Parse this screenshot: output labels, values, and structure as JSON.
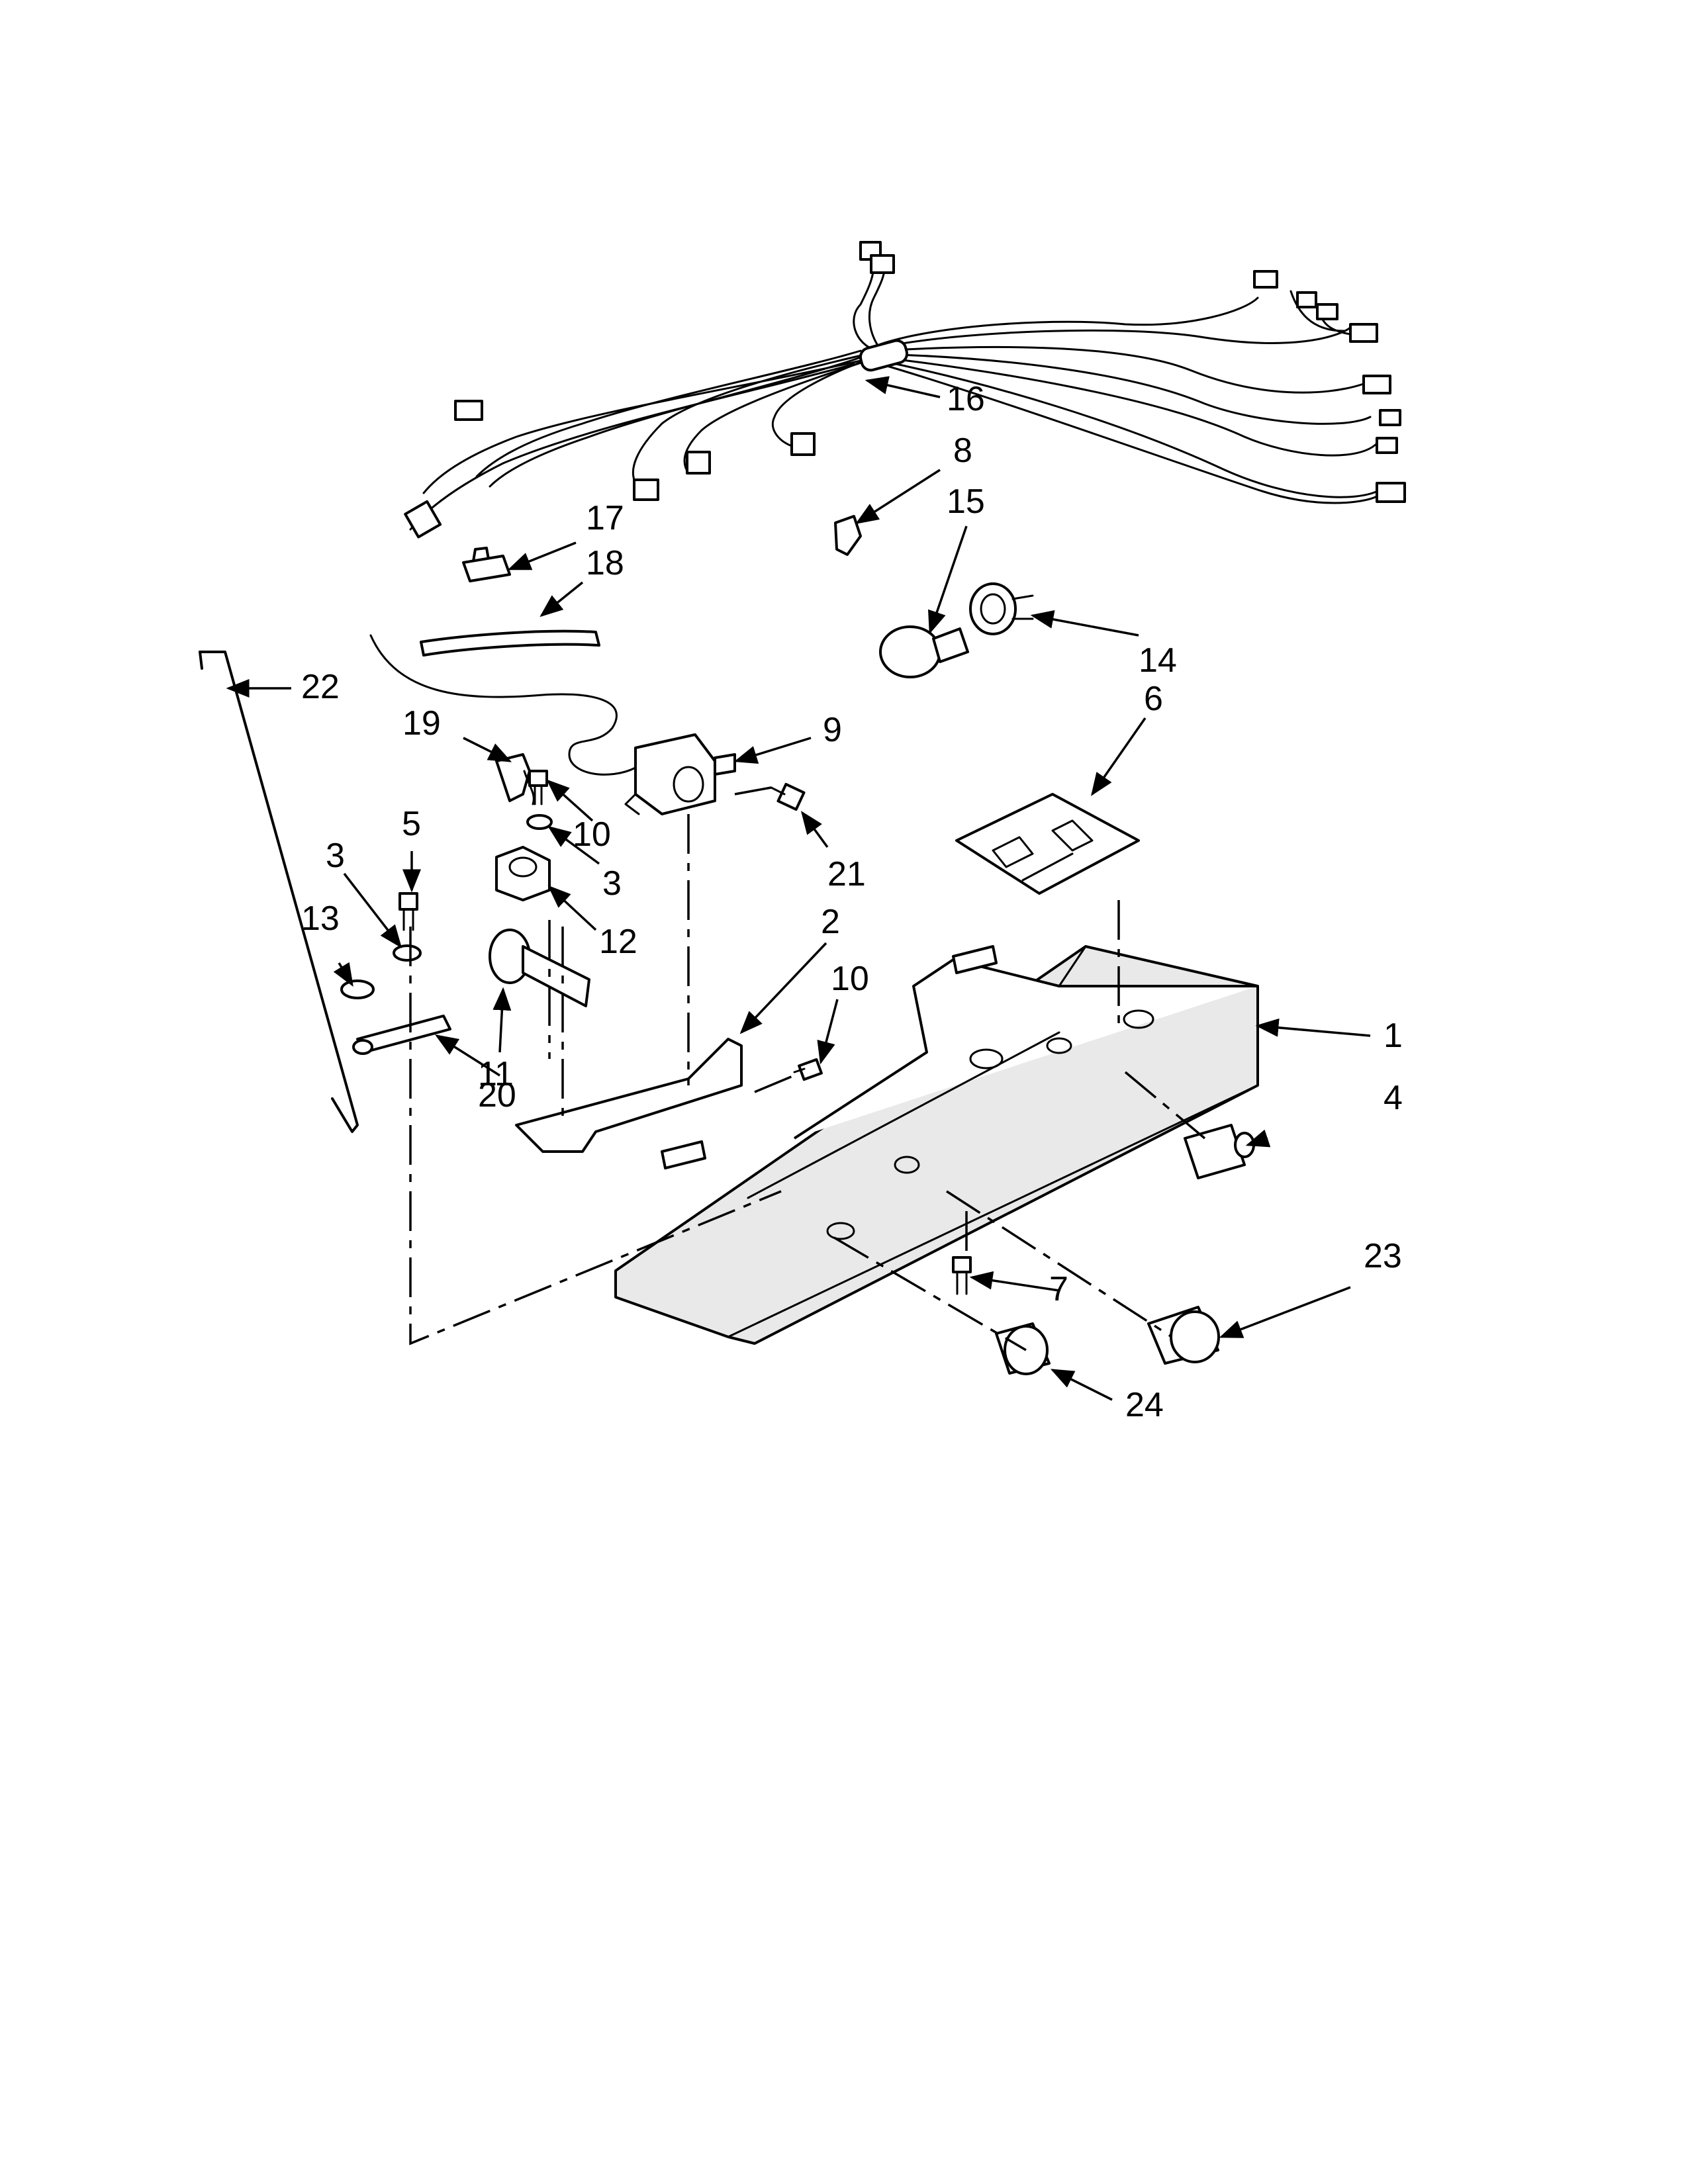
{
  "callouts": [
    {
      "id": "c1",
      "label": "1"
    },
    {
      "id": "c2",
      "label": "2"
    },
    {
      "id": "c3a",
      "label": "3"
    },
    {
      "id": "c3b",
      "label": "3"
    },
    {
      "id": "c4",
      "label": "4"
    },
    {
      "id": "c5",
      "label": "5"
    },
    {
      "id": "c6",
      "label": "6"
    },
    {
      "id": "c7",
      "label": "7"
    },
    {
      "id": "c8",
      "label": "8"
    },
    {
      "id": "c9",
      "label": "9"
    },
    {
      "id": "c10a",
      "label": "10"
    },
    {
      "id": "c10b",
      "label": "10"
    },
    {
      "id": "c11",
      "label": "11"
    },
    {
      "id": "c12",
      "label": "12"
    },
    {
      "id": "c13",
      "label": "13"
    },
    {
      "id": "c14",
      "label": "14"
    },
    {
      "id": "c15",
      "label": "15"
    },
    {
      "id": "c16",
      "label": "16"
    },
    {
      "id": "c17",
      "label": "17"
    },
    {
      "id": "c18",
      "label": "18"
    },
    {
      "id": "c19",
      "label": "19"
    },
    {
      "id": "c20",
      "label": "20"
    },
    {
      "id": "c21",
      "label": "21"
    },
    {
      "id": "c22",
      "label": "22"
    },
    {
      "id": "c23",
      "label": "23"
    },
    {
      "id": "c24",
      "label": "24"
    }
  ]
}
